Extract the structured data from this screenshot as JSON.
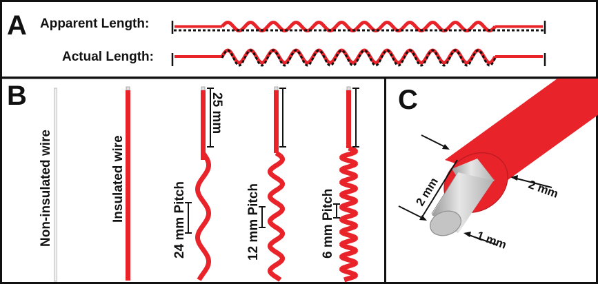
{
  "panel_a": {
    "letter": "A",
    "apparent_label": "Apparent Length:",
    "actual_label": "Actual Length:"
  },
  "panel_b": {
    "letter": "B",
    "non_insulated_label": "Non-insulated wire",
    "insulated_label": "Insulated wire",
    "pitch_24_label": "24 mm Pitch",
    "pitch_12_label": "12 mm Pitch",
    "pitch_6_label": "6 mm Pitch",
    "scale_label": "25 mm"
  },
  "panel_c": {
    "letter": "C",
    "outer_dim": "2 mm",
    "inner_dim": "2 mm",
    "thickness_dim": "1 mm"
  },
  "colors": {
    "wire_red": "#e8232a",
    "dark_red": "#a30f14",
    "frame": "#111111"
  }
}
